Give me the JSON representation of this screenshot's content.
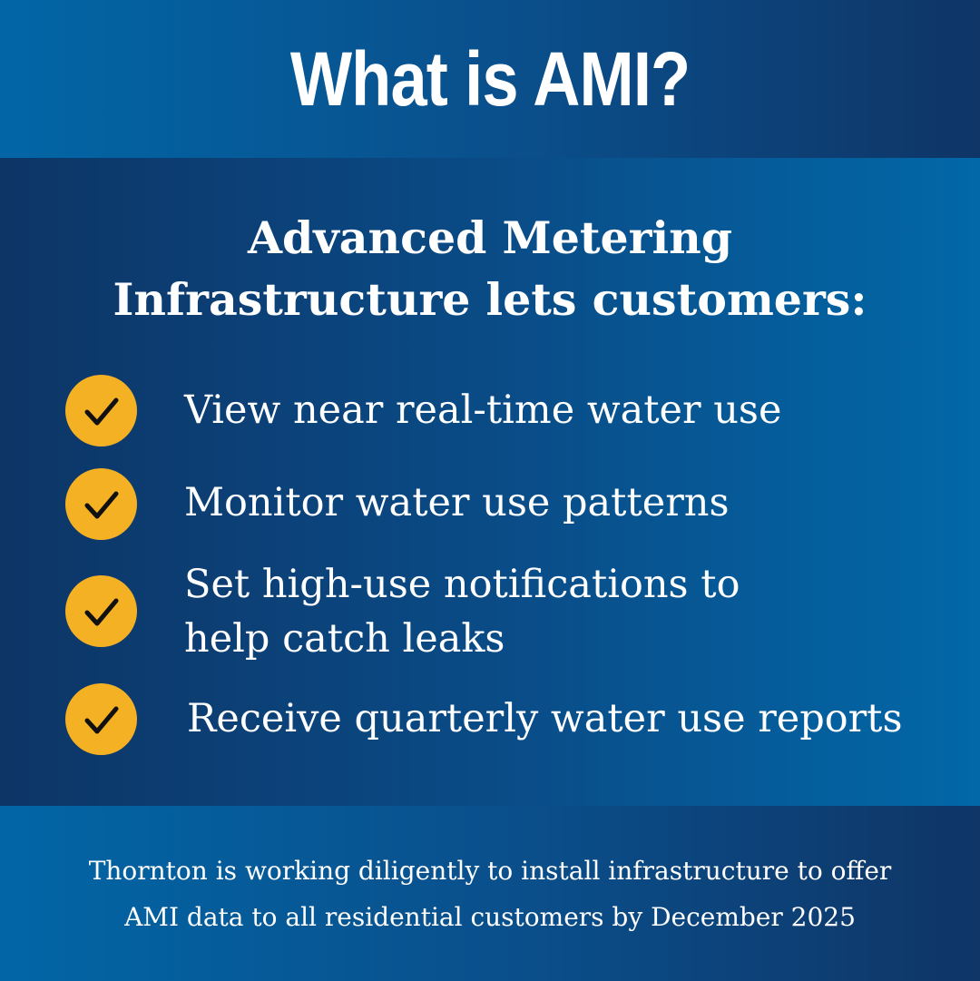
{
  "header": {
    "title": "What is AMI?"
  },
  "intro": {
    "line1": "Advanced Metering",
    "line2": "Infrastructure lets customers:"
  },
  "benefits": [
    {
      "icon": "checkmark-icon",
      "lines": [
        "View near real-time water use"
      ]
    },
    {
      "icon": "checkmark-icon",
      "lines": [
        "Monitor water use patterns"
      ]
    },
    {
      "icon": "checkmark-icon",
      "lines": [
        "Set high-use notifications to",
        "help catch leaks"
      ]
    },
    {
      "icon": "checkmark-icon",
      "lines": [
        "Receive quarterly water use reports"
      ]
    }
  ],
  "footer": {
    "line1": "Thornton is working diligently to install infrastructure to offer",
    "line2": "AMI data to all residential customers by December 2025"
  },
  "colors": {
    "blue_light": "#0268a8",
    "blue_dark": "#0d3566",
    "check_fill": "#f5b124",
    "check_mark": "#111111",
    "text": "#ffffff"
  }
}
